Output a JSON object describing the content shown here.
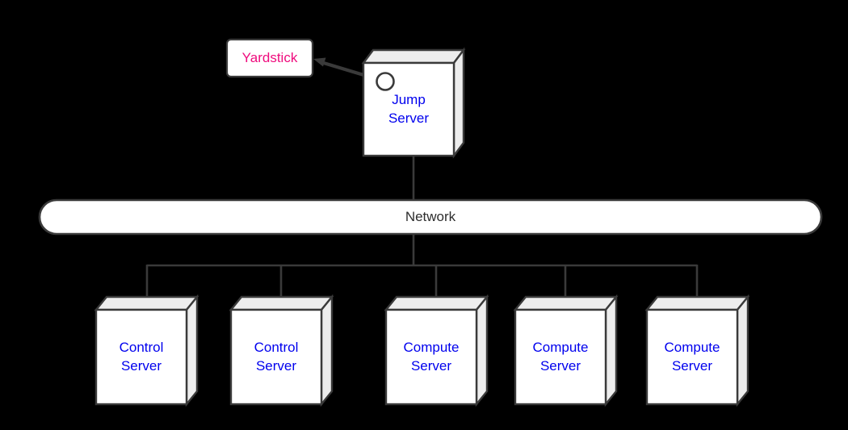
{
  "diagram": {
    "name": "yardstick-test-architecture",
    "colors": {
      "background": "#000000",
      "line": "#3A3A3A",
      "face_front": "#FFFFFF",
      "face_shade": "#EDEDED",
      "label_server": "#0000EE",
      "label_yardstick": "#EF0B7D",
      "label_network": "#2D2D2D"
    },
    "nodes": {
      "yardstick": {
        "label": "Yardstick"
      },
      "jump_server": {
        "label": "Jump\nServer"
      },
      "network": {
        "label": "Network"
      },
      "control_server_1": {
        "label": "Control\nServer"
      },
      "control_server_2": {
        "label": "Control\nServer"
      },
      "compute_server_1": {
        "label": "Compute\nServer"
      },
      "compute_server_2": {
        "label": "Compute\nServer"
      },
      "compute_server_3": {
        "label": "Compute\nServer"
      }
    },
    "edges": [
      {
        "from": "jump_server",
        "to": "yardstick",
        "type": "arrow"
      },
      {
        "from": "jump_server",
        "to": "network",
        "type": "line"
      },
      {
        "from": "network",
        "to": "control_server_1",
        "type": "line"
      },
      {
        "from": "network",
        "to": "control_server_2",
        "type": "line"
      },
      {
        "from": "network",
        "to": "compute_server_1",
        "type": "line"
      },
      {
        "from": "network",
        "to": "compute_server_2",
        "type": "line"
      },
      {
        "from": "network",
        "to": "compute_server_3",
        "type": "line"
      }
    ]
  }
}
